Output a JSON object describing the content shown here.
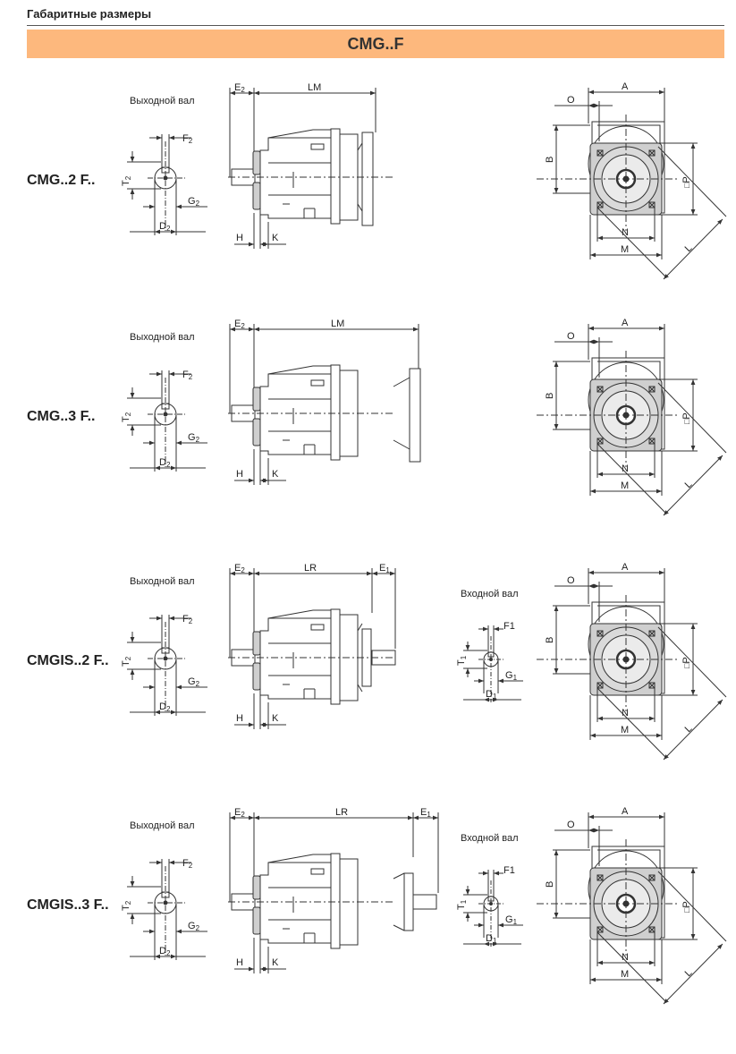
{
  "page": {
    "section_title": "Габаритные размеры",
    "banner_title": "CMG..F"
  },
  "colors": {
    "banner": "#fdb87d",
    "line": "#333333",
    "flange_fill": "#cfcfcf"
  },
  "rows": [
    {
      "model": "CMG..2 F..",
      "output_label": "Выходной вал",
      "output_dims": {
        "f": "F",
        "f_sub": "2",
        "t": "T",
        "t_sub": "2",
        "g": "G",
        "g_sub": "2",
        "d": "D",
        "d_sub": "2"
      },
      "side_dims": {
        "e2": "E",
        "e2_sub": "2",
        "length": "LM",
        "h": "H",
        "k": "K",
        "e1": "",
        "e1_sub": ""
      },
      "front_dims": {
        "a": "A",
        "o": "O",
        "b": "B",
        "p": "P",
        "n": "N",
        "m": "M",
        "l": "L"
      }
    },
    {
      "model": "CMG..3 F..",
      "output_label": "Выходной вал",
      "output_dims": {
        "f": "F",
        "f_sub": "2",
        "t": "T",
        "t_sub": "2",
        "g": "G",
        "g_sub": "2",
        "d": "D",
        "d_sub": "2"
      },
      "side_dims": {
        "e2": "E",
        "e2_sub": "2",
        "length": "LM",
        "h": "H",
        "k": "K",
        "e1": "",
        "e1_sub": ""
      },
      "front_dims": {
        "a": "A",
        "o": "O",
        "b": "B",
        "p": "P",
        "n": "N",
        "m": "M",
        "l": "L"
      }
    },
    {
      "model": "CMGIS..2 F..",
      "output_label": "Выходной вал",
      "output_dims": {
        "f": "F",
        "f_sub": "2",
        "t": "T",
        "t_sub": "2",
        "g": "G",
        "g_sub": "2",
        "d": "D",
        "d_sub": "2"
      },
      "side_dims": {
        "e2": "E",
        "e2_sub": "2",
        "length": "LR",
        "h": "H",
        "k": "K",
        "e1": "E",
        "e1_sub": "1"
      },
      "input_label": "Входной вал",
      "input_dims": {
        "f": "F1",
        "t": "T",
        "t_sub": "1",
        "g": "G",
        "g_sub": "1",
        "d": "D",
        "d_sub": "1"
      },
      "front_dims": {
        "a": "A",
        "o": "O",
        "b": "B",
        "p": "P",
        "n": "N",
        "m": "M",
        "l": "L"
      }
    },
    {
      "model": "CMGIS..3 F..",
      "output_label": "Выходной вал",
      "output_dims": {
        "f": "F",
        "f_sub": "2",
        "t": "T",
        "t_sub": "2",
        "g": "G",
        "g_sub": "2",
        "d": "D",
        "d_sub": "2"
      },
      "side_dims": {
        "e2": "E",
        "e2_sub": "2",
        "length": "LR",
        "h": "H",
        "k": "K",
        "e1": "E",
        "e1_sub": "1"
      },
      "input_label": "Входной вал",
      "input_dims": {
        "f": "F1",
        "t": "T",
        "t_sub": "1",
        "g": "G",
        "g_sub": "1",
        "d": "D",
        "d_sub": "1"
      },
      "front_dims": {
        "a": "A",
        "o": "O",
        "b": "B",
        "p": "P",
        "n": "N",
        "m": "M",
        "l": "L"
      }
    }
  ]
}
